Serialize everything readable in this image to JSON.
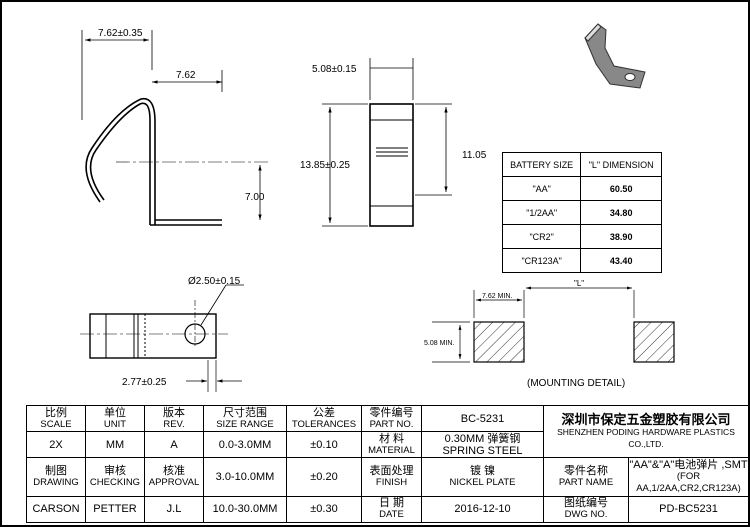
{
  "dims": {
    "side_width": "7.62±0.35",
    "side_top": "7.62",
    "side_height": "7.00",
    "front_width": "5.08±0.15",
    "front_height": "13.85±0.25",
    "front_inner": "11.05",
    "hole_dia": "Ø2.50±0.15",
    "hole_offset": "2.77±0.25"
  },
  "battery_table": {
    "header_size": "BATTERY SIZE",
    "header_dim": "\"L\" DIMENSION",
    "rows": [
      {
        "size": "\"AA\"",
        "dim": "60.50"
      },
      {
        "size": "\"1/2AA\"",
        "dim": "34.80"
      },
      {
        "size": "\"CR2\"",
        "dim": "38.90"
      },
      {
        "size": "\"CR123A\"",
        "dim": "43.40"
      }
    ]
  },
  "mounting": {
    "min_w": "7.62 MIN.",
    "min_h": "5.08 MIN.",
    "l_label": "\"L\"",
    "caption": "(MOUNTING DETAIL)"
  },
  "title_block": {
    "scale_cn": "比例",
    "scale_en": "SCALE",
    "scale_val": "2X",
    "unit_cn": "单位",
    "unit_en": "UNIT",
    "unit_val": "MM",
    "rev_cn": "版本",
    "rev_en": "REV.",
    "rev_val": "A",
    "range_cn": "尺寸范围",
    "range_en": "SIZE RANGE",
    "tol_cn": "公差",
    "tol_en": "TOLERANCES",
    "part_cn": "零件编号",
    "part_en": "PART NO.",
    "part_val": "BC-5231",
    "r1_range": "0.0-3.0MM",
    "r1_tol": "±0.10",
    "r2_range": "3.0-10.0MM",
    "r2_tol": "±0.20",
    "r3_range": "10.0-30.0MM",
    "r3_tol": "±0.30",
    "mat_cn": "材 料",
    "mat_en": "MATERIAL",
    "mat_val1": "0.30MM 弹簧钢",
    "mat_val2": "SPRING STEEL",
    "draw_cn": "制图",
    "draw_en": "DRAWING",
    "check_cn": "审核",
    "check_en": "CHECKING",
    "appr_cn": "核准",
    "appr_en": "APPROVAL",
    "fin_cn": "表面处理",
    "fin_en": "FINISH",
    "fin_val1": "镀 镍",
    "fin_val2": "NICKEL PLATE",
    "drawer": "CARSON",
    "checker": "PETTER",
    "approver": "J.L",
    "date_cn": "日 期",
    "date_en": "DATE",
    "date_val": "2016-12-10",
    "company_cn": "深圳市保定五金塑胶有限公司",
    "company_en": "SHENZHEN PODING HARDWARE PLASTICS CO.,LTD.",
    "pname_cn": "零件名称",
    "pname_en": "PART NAME",
    "pname_val1": "\"AA\"&\"A\"电池弹片 ,SMT",
    "pname_val2": "(FOR AA,1/2AA,CR2,CR123A)",
    "dwg_cn": "图纸编号",
    "dwg_en": "DWG NO.",
    "dwg_val": "PD-BC5231"
  },
  "colors": {
    "line": "#000000",
    "part_fill": "#777777"
  }
}
